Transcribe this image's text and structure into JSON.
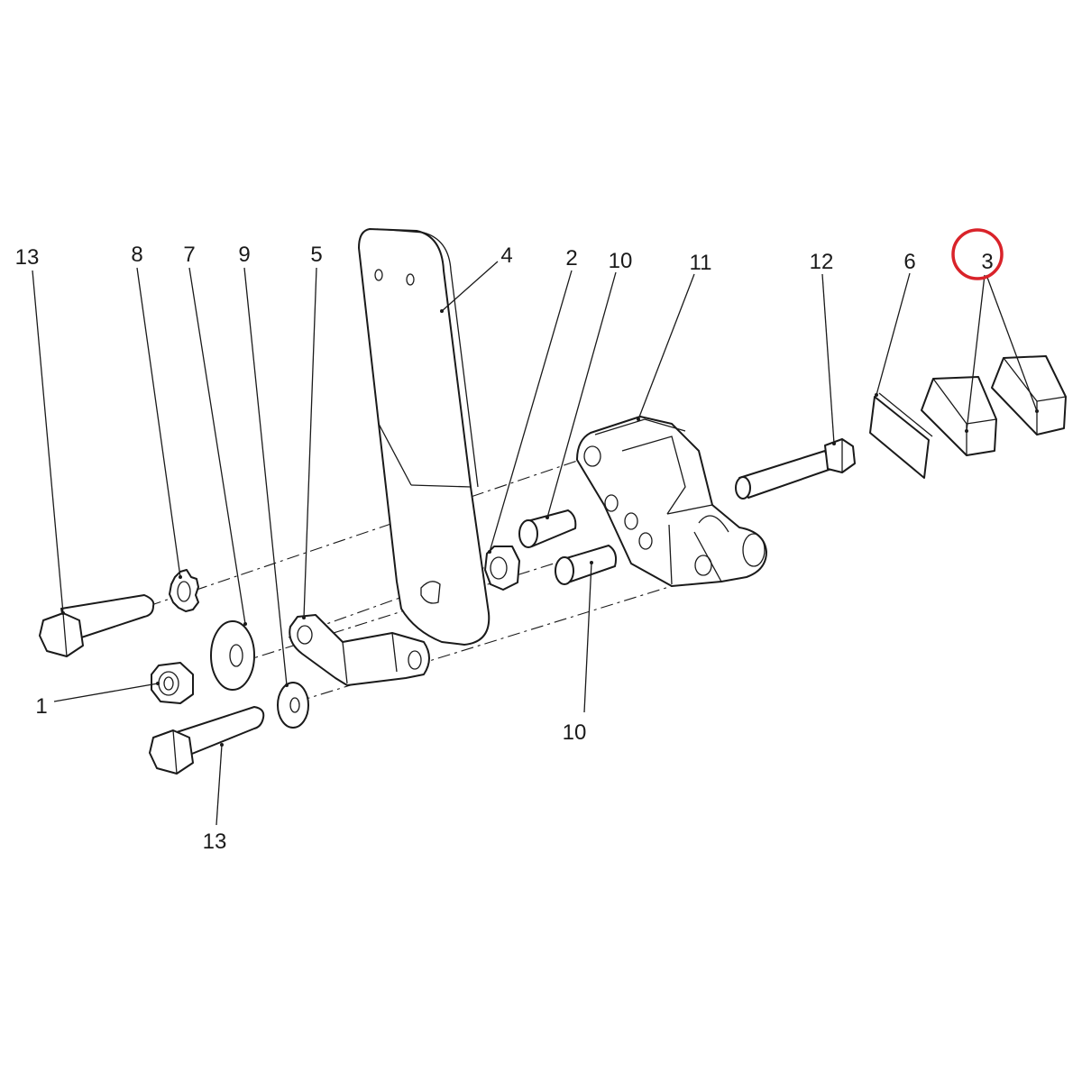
{
  "diagram": {
    "callouts": {
      "c13_top": "13",
      "c8": "8",
      "c7": "7",
      "c9": "9",
      "c5": "5",
      "c4": "4",
      "c2": "2",
      "c10_top": "10",
      "c11": "11",
      "c12": "12",
      "c6": "6",
      "c3": "3",
      "c1": "1",
      "c10_bottom": "10",
      "c13_bottom": "13"
    },
    "highlight": {
      "target_callout": "3",
      "ring_color": "#d9232a"
    },
    "line_color": "#1a1a1a"
  }
}
